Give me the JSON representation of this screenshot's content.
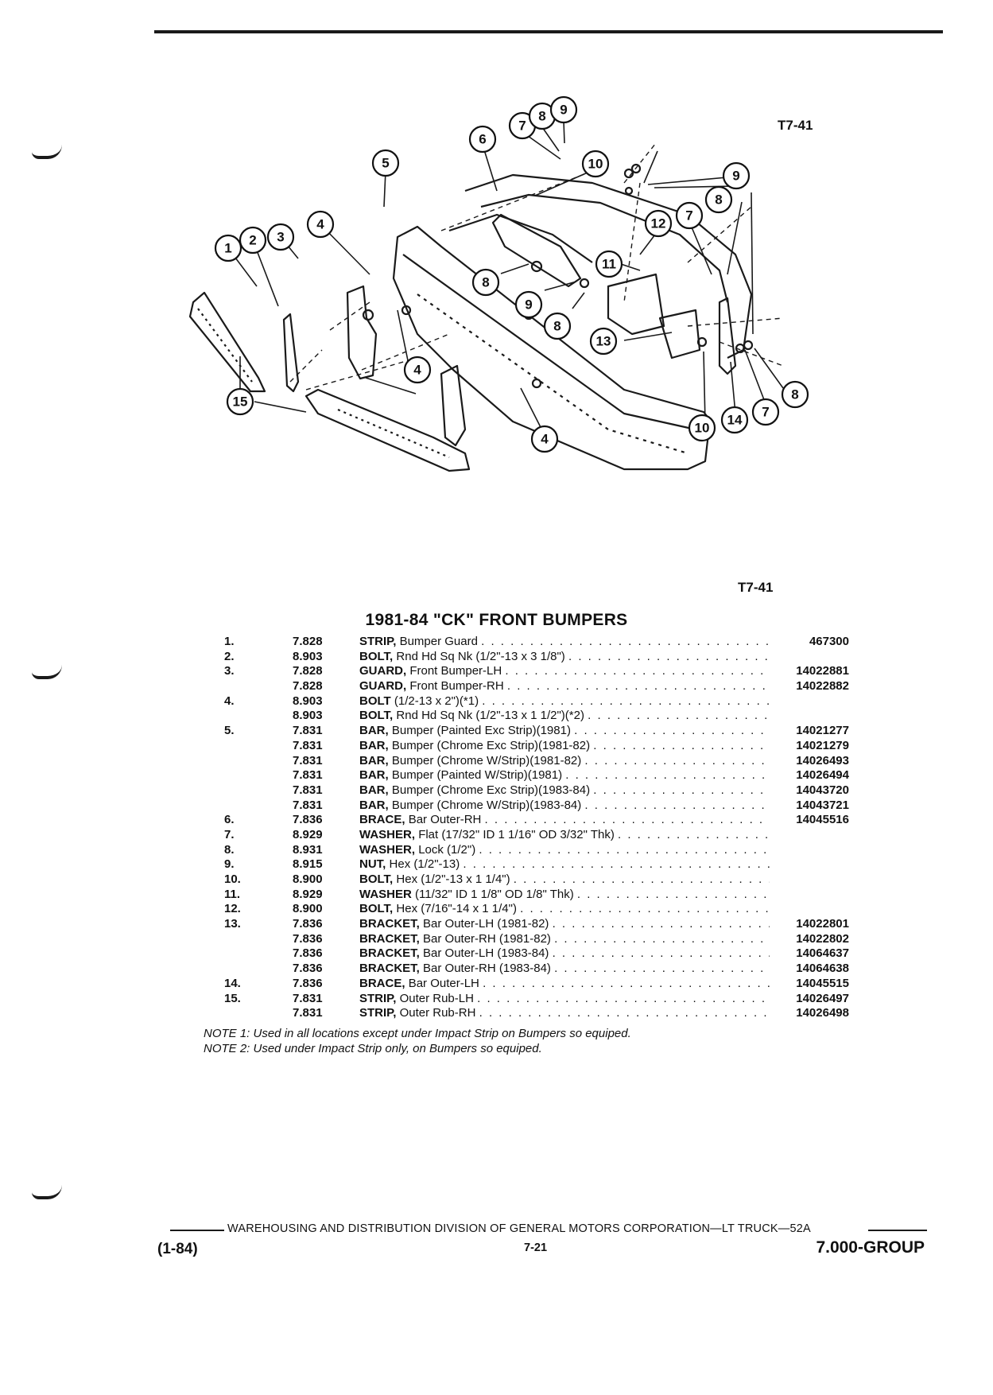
{
  "figure_code": "T7-41",
  "title": "1981-84 \"CK\" FRONT BUMPERS",
  "parts": [
    {
      "num": "1.",
      "group": "7.828",
      "name": "STRIP,",
      "desc": "Bumper Guard",
      "part": "467300"
    },
    {
      "num": "2.",
      "group": "8.903",
      "name": "BOLT,",
      "desc": "Rnd Hd Sq Nk (1/2\"-13 x 3 1/8\")",
      "part": ""
    },
    {
      "num": "3.",
      "group": "7.828",
      "name": "GUARD,",
      "desc": "Front Bumper-LH",
      "part": "14022881"
    },
    {
      "num": "",
      "group": "7.828",
      "name": "GUARD,",
      "desc": "Front Bumper-RH",
      "part": "14022882"
    },
    {
      "num": "4.",
      "group": "8.903",
      "name": "BOLT",
      "desc": "(1/2-13 x 2\")(*1)",
      "part": ""
    },
    {
      "num": "",
      "group": "8.903",
      "name": "BOLT,",
      "desc": "Rnd Hd Sq Nk (1/2\"-13 x 1 1/2\")(*2)",
      "part": ""
    },
    {
      "num": "5.",
      "group": "7.831",
      "name": "BAR,",
      "desc": "Bumper (Painted Exc Strip)(1981)",
      "part": "14021277"
    },
    {
      "num": "",
      "group": "7.831",
      "name": "BAR,",
      "desc": "Bumper (Chrome Exc Strip)(1981-82)",
      "part": "14021279"
    },
    {
      "num": "",
      "group": "7.831",
      "name": "BAR,",
      "desc": "Bumper (Chrome W/Strip)(1981-82)",
      "part": "14026493"
    },
    {
      "num": "",
      "group": "7.831",
      "name": "BAR,",
      "desc": "Bumper (Painted W/Strip)(1981)",
      "part": "14026494"
    },
    {
      "num": "",
      "group": "7.831",
      "name": "BAR,",
      "desc": "Bumper (Chrome Exc Strip)(1983-84)",
      "part": "14043720"
    },
    {
      "num": "",
      "group": "7.831",
      "name": "BAR,",
      "desc": "Bumper (Chrome W/Strip)(1983-84)",
      "part": "14043721"
    },
    {
      "num": "6.",
      "group": "7.836",
      "name": "BRACE,",
      "desc": "Bar Outer-RH",
      "part": "14045516"
    },
    {
      "num": "7.",
      "group": "8.929",
      "name": "WASHER,",
      "desc": "Flat (17/32\" ID 1 1/16\" OD 3/32\" Thk)",
      "part": ""
    },
    {
      "num": "8.",
      "group": "8.931",
      "name": "WASHER,",
      "desc": "Lock (1/2\")",
      "part": ""
    },
    {
      "num": "9.",
      "group": "8.915",
      "name": "NUT,",
      "desc": "Hex (1/2\"-13)",
      "part": ""
    },
    {
      "num": "10.",
      "group": "8.900",
      "name": "BOLT,",
      "desc": "Hex (1/2\"-13 x 1 1/4\")",
      "part": ""
    },
    {
      "num": "11.",
      "group": "8.929",
      "name": "WASHER",
      "desc": "(11/32\" ID 1 1/8\" OD 1/8\" Thk)",
      "part": ""
    },
    {
      "num": "12.",
      "group": "8.900",
      "name": "BOLT,",
      "desc": "Hex (7/16\"-14 x 1 1/4\")",
      "part": ""
    },
    {
      "num": "13.",
      "group": "7.836",
      "name": "BRACKET,",
      "desc": "Bar Outer-LH (1981-82)",
      "part": "14022801"
    },
    {
      "num": "",
      "group": "7.836",
      "name": "BRACKET,",
      "desc": "Bar Outer-RH (1981-82)",
      "part": "14022802"
    },
    {
      "num": "",
      "group": "7.836",
      "name": "BRACKET,",
      "desc": "Bar Outer-LH (1983-84)",
      "part": "14064637"
    },
    {
      "num": "",
      "group": "7.836",
      "name": "BRACKET,",
      "desc": "Bar Outer-RH (1983-84)",
      "part": "14064638"
    },
    {
      "num": "14.",
      "group": "7.836",
      "name": "BRACE,",
      "desc": "Bar Outer-LH",
      "part": "14045515"
    },
    {
      "num": "15.",
      "group": "7.831",
      "name": "STRIP,",
      "desc": "Outer Rub-LH",
      "part": "14026497"
    },
    {
      "num": "",
      "group": "7.831",
      "name": "STRIP,",
      "desc": "Outer Rub-RH",
      "part": "14026498"
    }
  ],
  "notes": [
    "NOTE 1: Used in all locations except under Impact Strip on Bumpers so equiped.",
    "NOTE 2: Used under Impact Strip only, on Bumpers so equiped."
  ],
  "footer": {
    "division": "WAREHOUSING AND DISTRIBUTION  DIVISION OF GENERAL MOTORS CORPORATION—LT TRUCK—52A",
    "date": "(1-84)",
    "page": "7-21",
    "group": "7.000-GROUP"
  },
  "callouts": [
    "1",
    "2",
    "3",
    "4",
    "5",
    "6",
    "7",
    "8",
    "9",
    "10",
    "11",
    "12",
    "13",
    "14",
    "15"
  ]
}
